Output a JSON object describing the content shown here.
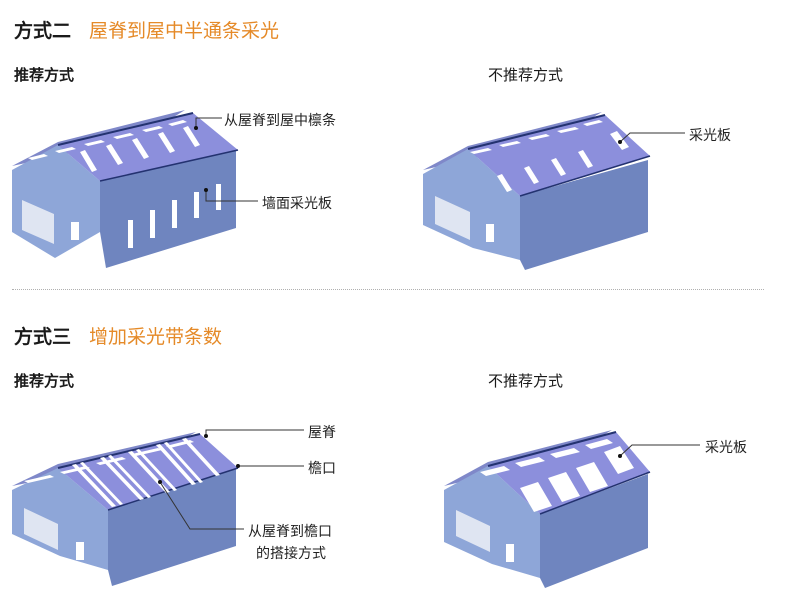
{
  "section1": {
    "title": "方式二",
    "subtitle": "屋脊到屋中半通条采光"
  },
  "section2": {
    "title": "方式三",
    "subtitle": "增加采光带条数"
  },
  "labels": {
    "recommended": "推荐方式",
    "not_recommended": "不推荐方式"
  },
  "callouts": {
    "s1_left_top": "从屋脊到屋中檩条",
    "s1_left_bottom": "墙面采光板",
    "s1_right": "采光板",
    "s2_left_ridge": "屋脊",
    "s2_left_eave": "檐口",
    "s2_left_lap_line1": "从屋脊到檐口",
    "s2_left_lap_line2": "的搭接方式",
    "s2_right": "采光板"
  },
  "colors": {
    "accent": "#e58a28",
    "roof": "#8c8fdc",
    "roof_back": "#7f88c9",
    "wall_side": "#6f85bf",
    "wall_gable": "#8ea6d8",
    "ridge": "#233270",
    "skylight": "#ffffff"
  }
}
